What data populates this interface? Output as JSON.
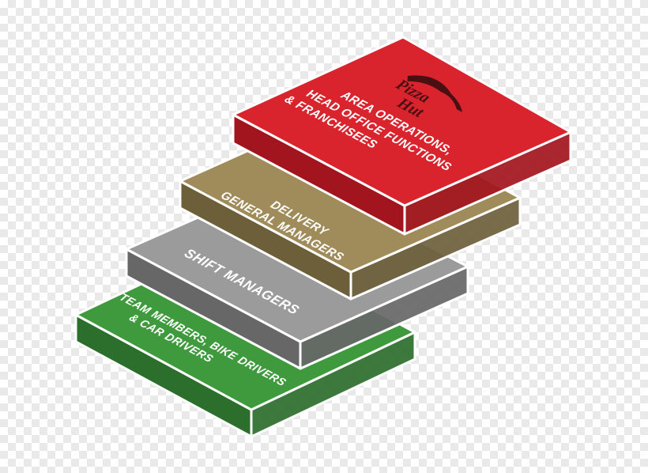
{
  "brand": {
    "logo_line1": "Pizza",
    "logo_line2": "Hut"
  },
  "colors": {
    "red_top": "#d9232d",
    "red_side": "#a3151e",
    "gold_top": "#a08c5b",
    "gold_side": "#6e5f3b",
    "gray_top": "#9b9b9b",
    "gray_side": "#676767",
    "green_top": "#3f9a3e",
    "green_side": "#2c6e2c",
    "logo_dark": "#4a0f12"
  },
  "layers": [
    {
      "id": "area-operations",
      "lines": [
        "AREA OPERATIONS,",
        "HEAD OFFICE FUNCTIONS",
        "& FRANCHISEES"
      ]
    },
    {
      "id": "delivery-gm",
      "lines": [
        "DELIVERY",
        "GENERAL MANAGERS"
      ]
    },
    {
      "id": "shift-managers",
      "lines": [
        "SHIFT MANAGERS"
      ]
    },
    {
      "id": "team-members",
      "lines": [
        "TEAM MEMBERS, BIKE DRIVERS",
        "& CAR DRIVERS"
      ]
    }
  ]
}
